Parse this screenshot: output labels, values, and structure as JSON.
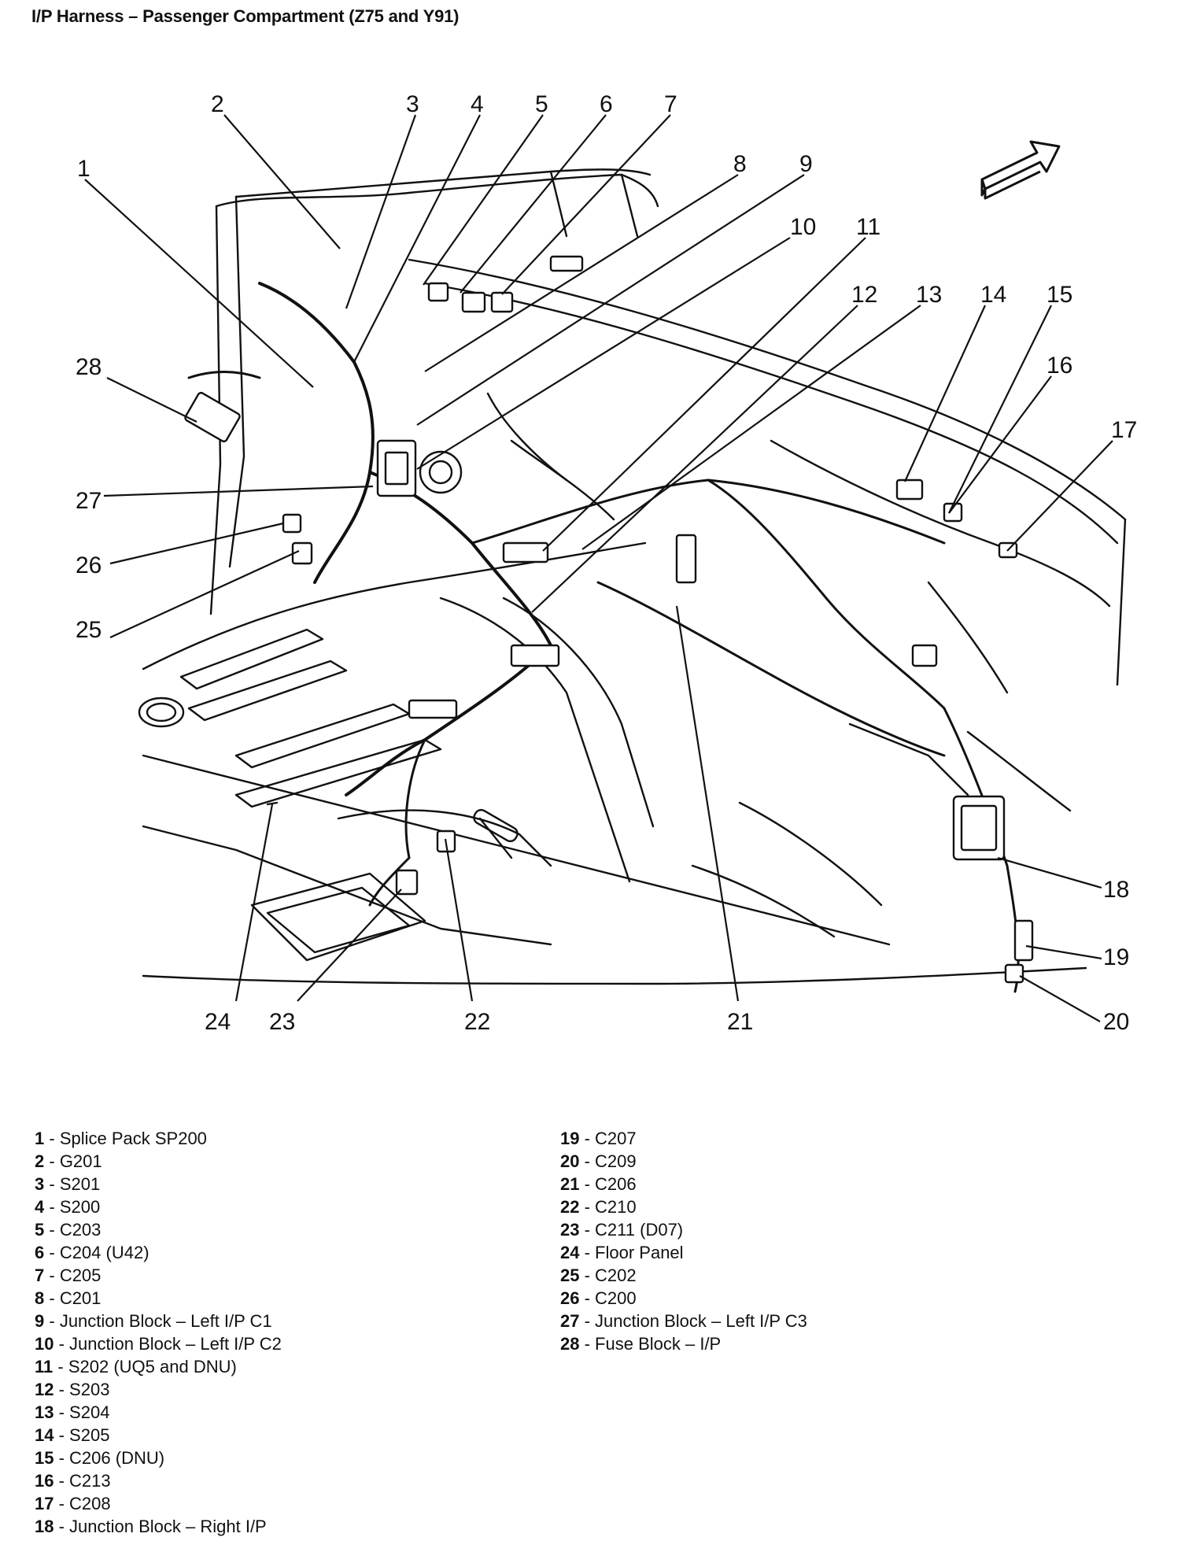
{
  "title": "I/P Harness – Passenger Compartment (Z75 and Y91)",
  "callouts": [
    "1",
    "2",
    "3",
    "4",
    "5",
    "6",
    "7",
    "8",
    "9",
    "10",
    "11",
    "12",
    "13",
    "14",
    "15",
    "16",
    "17",
    "18",
    "19",
    "20",
    "21",
    "22",
    "23",
    "24",
    "25",
    "26",
    "27",
    "28"
  ],
  "legend": [
    {
      "num": "1",
      "text": "Splice Pack SP200"
    },
    {
      "num": "2",
      "text": "G201"
    },
    {
      "num": "3",
      "text": "S201"
    },
    {
      "num": "4",
      "text": "S200"
    },
    {
      "num": "5",
      "text": "C203"
    },
    {
      "num": "6",
      "text": "C204 (U42)"
    },
    {
      "num": "7",
      "text": "C205"
    },
    {
      "num": "8",
      "text": "C201"
    },
    {
      "num": "9",
      "text": "Junction Block – Left I/P C1"
    },
    {
      "num": "10",
      "text": "Junction Block – Left I/P C2"
    },
    {
      "num": "11",
      "text": "S202 (UQ5 and DNU)"
    },
    {
      "num": "12",
      "text": "S203"
    },
    {
      "num": "13",
      "text": "S204"
    },
    {
      "num": "14",
      "text": "S205"
    },
    {
      "num": "15",
      "text": "C206 (DNU)"
    },
    {
      "num": "16",
      "text": "C213"
    },
    {
      "num": "17",
      "text": "C208"
    },
    {
      "num": "18",
      "text": "Junction Block – Right I/P"
    },
    {
      "num": "19",
      "text": "C207"
    },
    {
      "num": "20",
      "text": "C209"
    },
    {
      "num": "21",
      "text": "C206"
    },
    {
      "num": "22",
      "text": "C210"
    },
    {
      "num": "23",
      "text": "C211 (D07)"
    },
    {
      "num": "24",
      "text": "Floor Panel"
    },
    {
      "num": "25",
      "text": "C202"
    },
    {
      "num": "26",
      "text": "C200"
    },
    {
      "num": "27",
      "text": "Junction Block – Left I/P C3"
    },
    {
      "num": "28",
      "text": "Fuse Block – I/P"
    }
  ]
}
